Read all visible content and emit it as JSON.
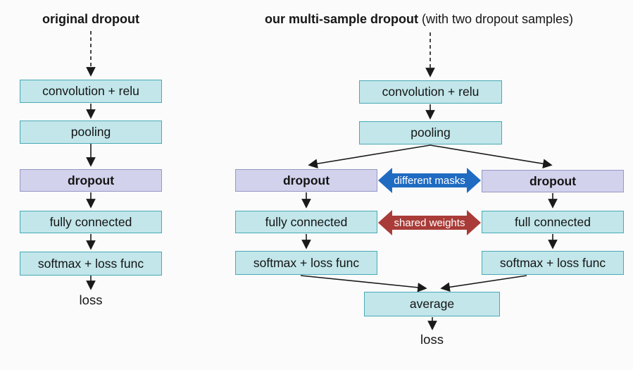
{
  "titles": {
    "left": "original dropout",
    "right_bold": "our multi-sample dropout",
    "right_regular": " (with two dropout samples)"
  },
  "left_pipeline": {
    "conv": "convolution + relu",
    "pooling": "pooling",
    "dropout": "dropout",
    "fully_connected": "fully connected",
    "softmax": "softmax + loss func",
    "loss_label": "loss"
  },
  "right_pipeline": {
    "conv": "convolution + relu",
    "pooling": "pooling",
    "branch_left": {
      "dropout": "dropout",
      "fully_connected": "fully connected",
      "softmax": "softmax + loss func"
    },
    "branch_right": {
      "dropout": "dropout",
      "fully_connected": "full connected",
      "softmax": "softmax + loss func"
    },
    "average": "average",
    "loss_label": "loss"
  },
  "annotations": {
    "different_masks": "different masks",
    "shared_weights": "shared weights"
  },
  "colors": {
    "box_teal_fill": "#c2e6ea",
    "box_teal_border": "#49aab6",
    "box_lavender_fill": "#d2d2ed",
    "box_lavender_border": "#9797c4",
    "arrow_blue": "#1f6bc1",
    "arrow_red": "#a93c38",
    "connector_black": "#1a1a1a"
  }
}
